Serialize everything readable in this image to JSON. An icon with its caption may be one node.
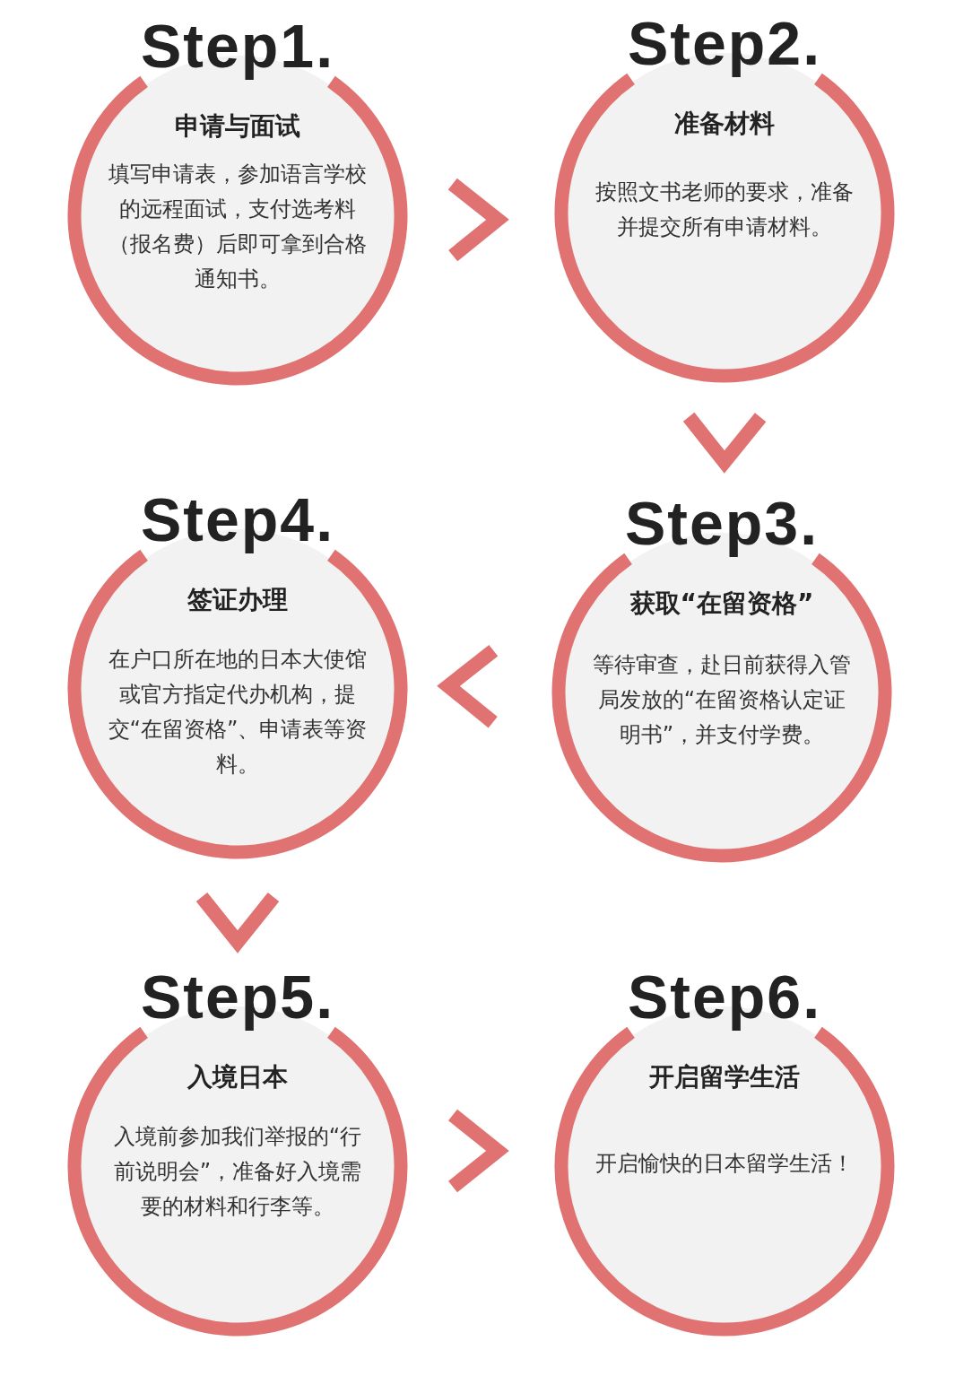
{
  "diagram": {
    "nodes": [
      {
        "text": [
          "Step1.",
          "申请与面试",
          "填写申请表，参加语言学校的远程面试，支付选考料（报名费）后即可拿到合格通知书。"
        ]
      },
      {
        "text": [
          "Step2.",
          "准备材料",
          "按照文书老师的要求，准备并提交所有申请材料。"
        ]
      },
      {
        "text": [
          "Step3.",
          "获取“在留资格”",
          "等待审查，赴日前获得入管局发放的“在留资格认定证明书”，并支付学费。"
        ]
      },
      {
        "text": [
          "Step4.",
          "签证办理",
          "在户口所在地的日本大使馆或官方指定代办机构，提交“在留资格”、申请表等资料。"
        ]
      },
      {
        "text": [
          "Step5.",
          "入境日本",
          "入境前参加我们举报的“行前说明会”，准备好入境需要的材料和行李等。"
        ]
      },
      {
        "text": [
          "Step6.",
          "开启留学生活",
          "开启愉快的日本留学生活！"
        ]
      }
    ],
    "edges": [
      {
        "from": 0,
        "to": 1,
        "arrow": "to"
      },
      {
        "from": 1,
        "to": 2,
        "arrow": "to"
      },
      {
        "from": 2,
        "to": 3,
        "arrow": "to"
      },
      {
        "from": 3,
        "to": 4,
        "arrow": "to"
      },
      {
        "from": 4,
        "to": 5,
        "arrow": "to"
      }
    ]
  }
}
